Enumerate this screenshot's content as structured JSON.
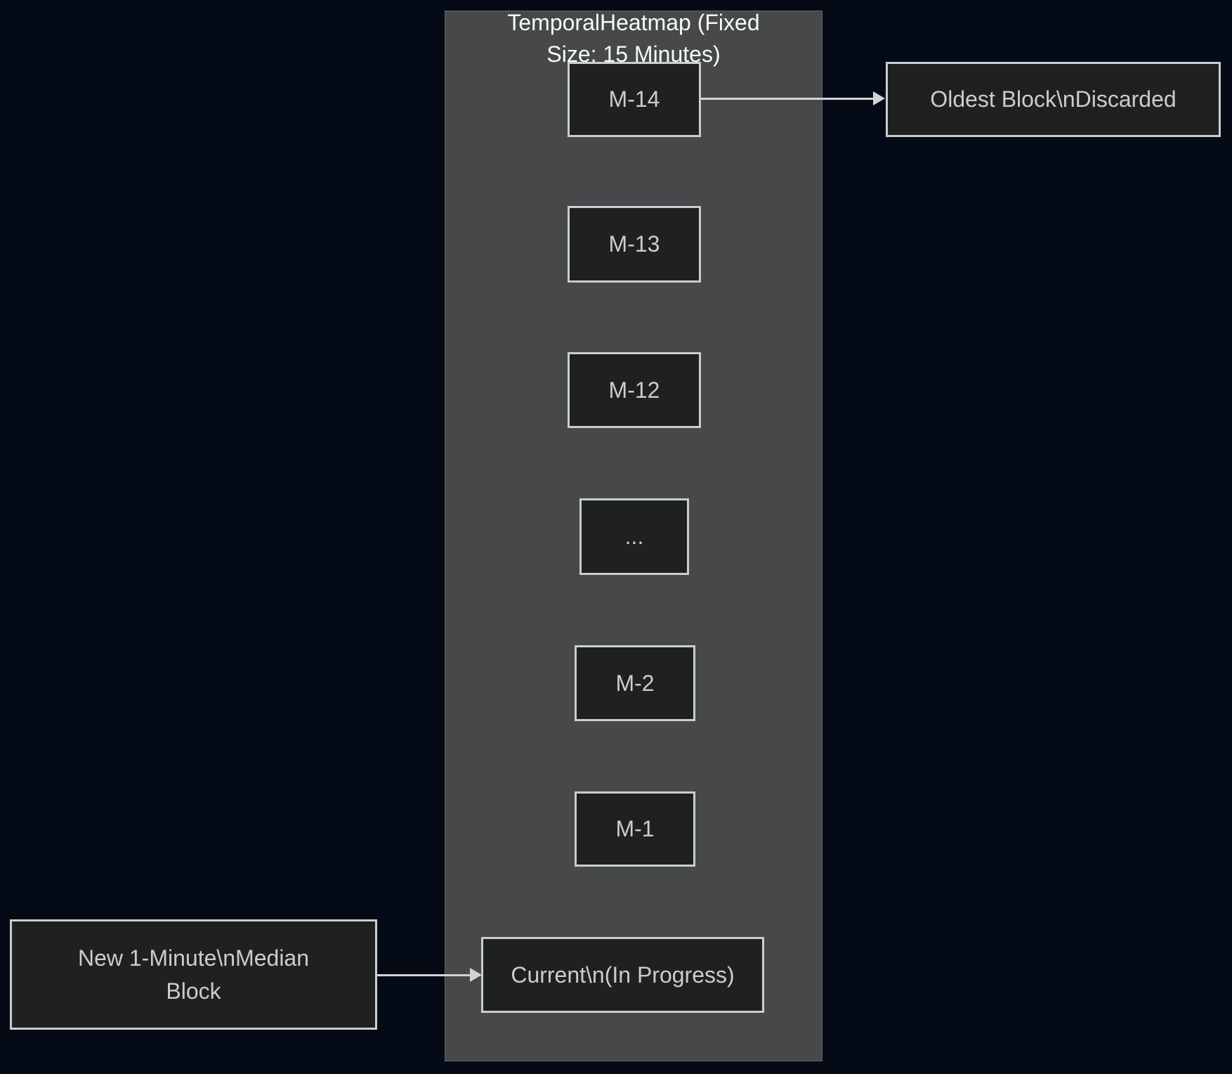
{
  "colors": {
    "background": "#040B16",
    "cluster_fill": "#474849",
    "cluster_border": "#62666C",
    "node_fill": "#1F2121",
    "node_border": "#C9CDD1",
    "node_text": "#CCCCCC",
    "cluster_title_text": "#F5FBF9",
    "edge": "#D3D3D3"
  },
  "cluster": {
    "title_lines": [
      "TemporalHeatmap (Fixed",
      "Size: 15 Minutes)"
    ],
    "nodes": {
      "m14": "M-14",
      "m13": "M-13",
      "m12": "M-12",
      "ellipsis": "...",
      "m2": "M-2",
      "m1": "M-1",
      "current": "Current\\n(In Progress)"
    }
  },
  "external_nodes": {
    "oldest": "Oldest Block\\nDiscarded",
    "new_block_lines": [
      "New 1-Minute\\nMedian",
      "Block"
    ]
  }
}
